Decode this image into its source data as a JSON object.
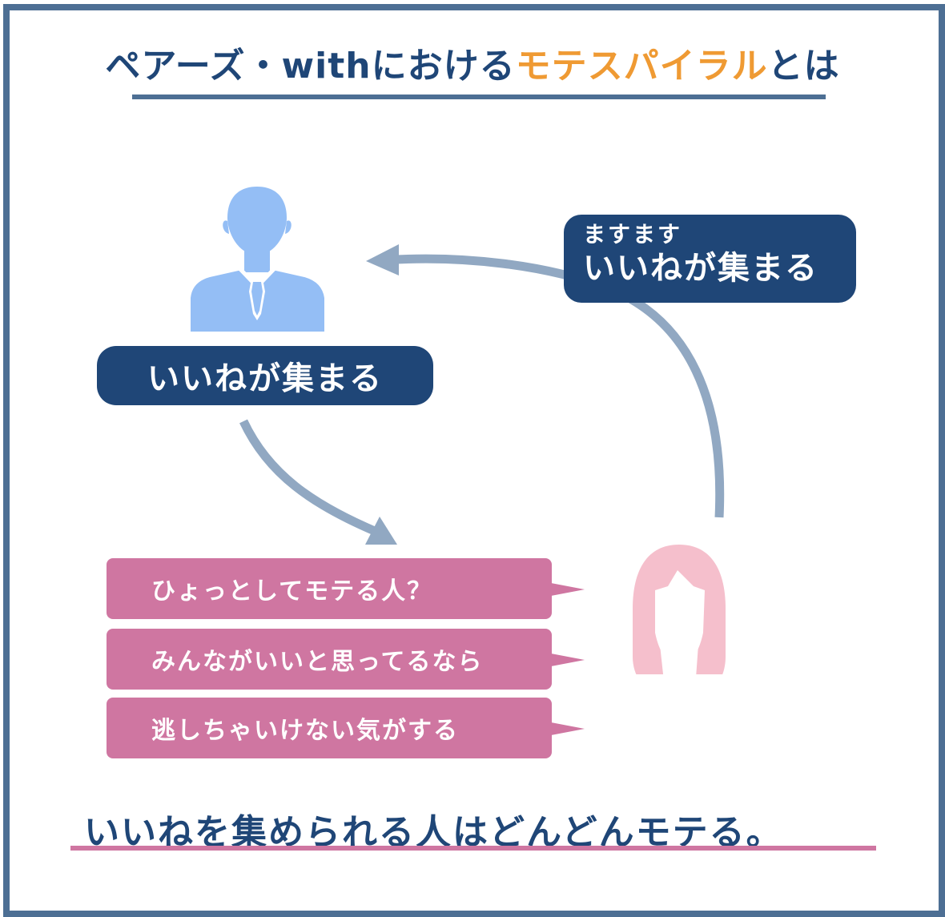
{
  "title": {
    "prefix": "ペアーズ・withにおける",
    "highlight": "モテスパイラル",
    "suffix": "とは"
  },
  "nodes": {
    "man_label": "いいねが集まる",
    "loop_label_small": "ますます",
    "loop_label_big": "いいねが集まる"
  },
  "woman_thoughts": [
    "ひょっとしてモテる人？",
    "みんながいいと思ってるなら",
    "逃しちゃいけない気がする"
  ],
  "conclusion": "いいねを集められる人はどんどんモテる。",
  "colors": {
    "frame": "#4d6f94",
    "navy": "#1f4677",
    "accent_orange": "#ef9a33",
    "man_icon": "#94bef5",
    "woman_icon": "#f5bfcc",
    "bubble_pink": "#cf76a1",
    "arrow": "#91a8c2"
  },
  "icons": [
    "man-icon",
    "woman-icon"
  ]
}
